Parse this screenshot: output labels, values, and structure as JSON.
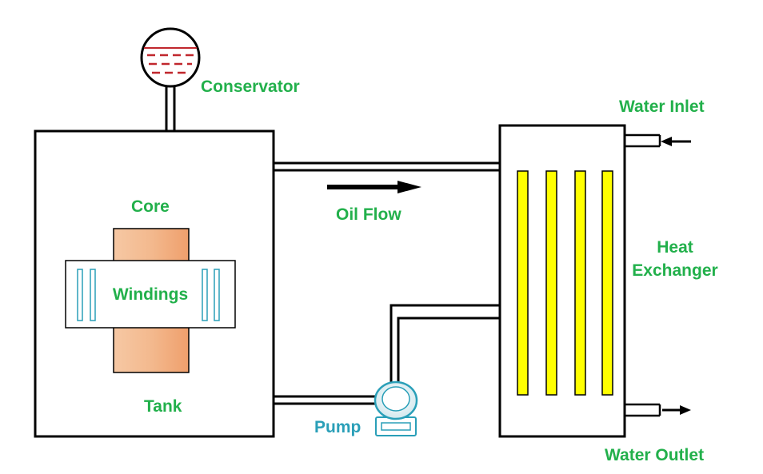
{
  "labels": {
    "conservator": "Conservator",
    "water_inlet": "Water Inlet",
    "core": "Core",
    "oil_flow": "Oil Flow",
    "heat": "Heat",
    "exchanger": "Exchanger",
    "windings": "Windings",
    "tank": "Tank",
    "pump": "Pump",
    "water_outlet": "Water Outlet"
  },
  "colors": {
    "label_green": "#22b04b",
    "pump_blue": "#2a9fb8",
    "core_fill": "#f5c09a",
    "tube_yellow": "#ffff00",
    "oil_red": "#c0272d",
    "outline": "#000000"
  },
  "icons": {
    "pump": "pump-icon",
    "flow_arrow": "arrow-right-icon"
  }
}
